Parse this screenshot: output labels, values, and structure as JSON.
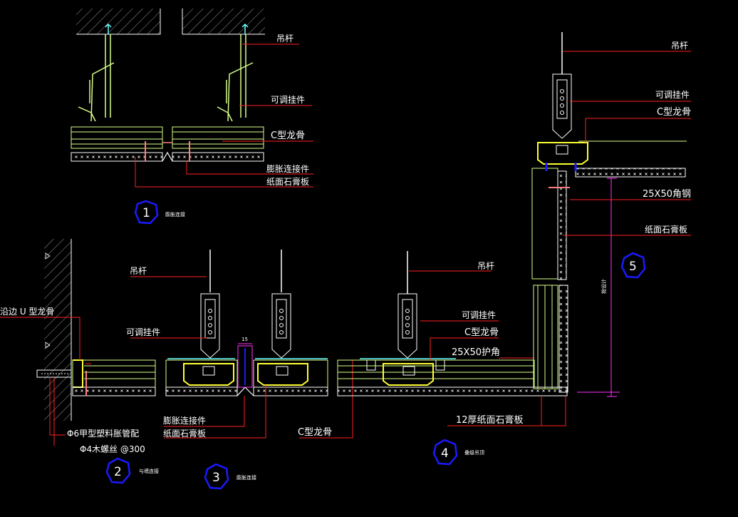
{
  "colors": {
    "background": "#000000",
    "outline": "#ffffff",
    "board": "#d7ff8a",
    "leader": "#ff2020",
    "channel": "#ffff33",
    "keel": "#66ffff",
    "dim": "#ff33ff",
    "bubble": "#1a1aff",
    "wall_hatch": "#9a9a9a"
  },
  "detail1": {
    "hanger_rod": "吊杆",
    "adjustable_hanger": "可调挂件",
    "c_keel": "C型龙骨",
    "expansion_connector": "膨胀连接件",
    "gypsum_board": "纸面石膏板",
    "bubble": "1",
    "caption": "膨胀连接"
  },
  "detail2": {
    "u_keel": "沿边 U 型龙骨",
    "plastic_anchor": "Φ6甲型塑料胀管配",
    "wood_screw": "Φ4木螺丝  @300",
    "bubble": "2",
    "caption": "与墙连接"
  },
  "detail3": {
    "hanger_rod": "吊杆",
    "adjustable_hanger": "可调挂件",
    "gap_dim": "15",
    "expansion_connector": "膨胀连接件",
    "gypsum_board": "纸面石膏板",
    "c_keel": "C型龙骨",
    "bubble": "3",
    "caption": "膨胀连接"
  },
  "detail4": {
    "hanger_rod": "吊杆",
    "adjustable_hanger": "可调挂件",
    "c_keel": "C型龙骨",
    "corner_guard": "25X50护角",
    "board12": "12厚纸面石膏板",
    "bubble": "4",
    "caption": "叠级吊顶"
  },
  "detail5": {
    "hanger_rod": "吊杆",
    "adjustable_hanger": "可调挂件",
    "c_keel": "C型龙骨",
    "angle_steel": "25X50角钢",
    "gypsum_board": "纸面石膏板",
    "height_dim": "按设计",
    "bubble": "5"
  }
}
